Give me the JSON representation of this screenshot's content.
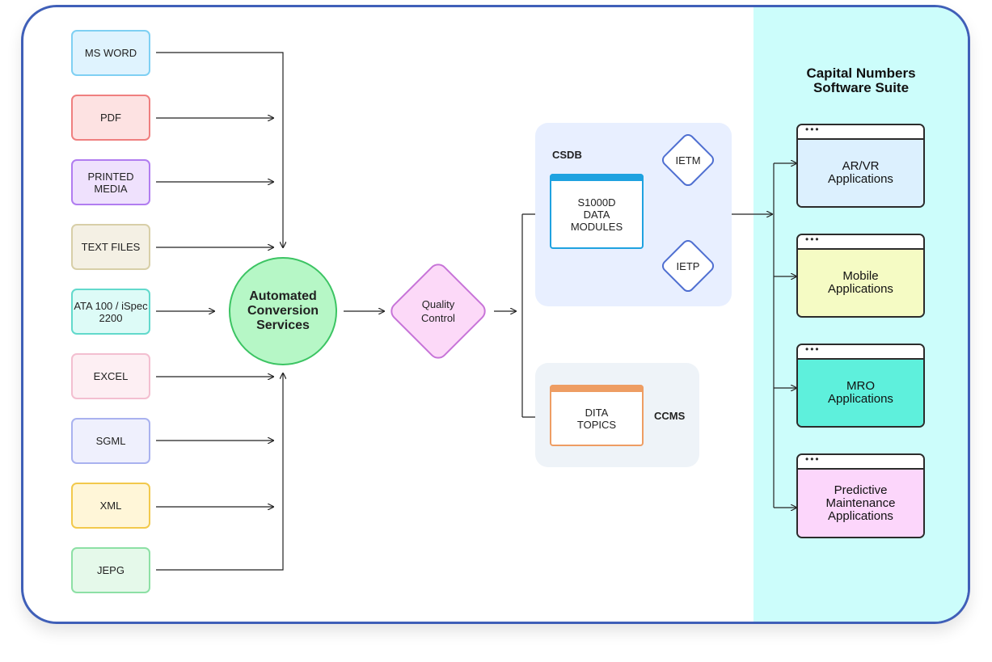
{
  "sources": [
    {
      "label": "MS WORD",
      "bg": "#dff3fe",
      "border": "#7fd0f3"
    },
    {
      "label": "PDF",
      "bg": "#fde2e2",
      "border": "#ef7f7f"
    },
    {
      "label": "PRINTED MEDIA",
      "bg": "#efe1fd",
      "border": "#b17df0"
    },
    {
      "label": "TEXT FILES",
      "bg": "#f4f0e4",
      "border": "#d8cfa8"
    },
    {
      "label": "ATA 100 / iSpec 2200",
      "bg": "#ddfbf7",
      "border": "#62d9cc"
    },
    {
      "label": "EXCEL",
      "bg": "#fdeff3",
      "border": "#f3bfd0"
    },
    {
      "label": "SGML",
      "bg": "#eff0fd",
      "border": "#a9b2ef"
    },
    {
      "label": "XML",
      "bg": "#fff6d8",
      "border": "#f2c94c"
    },
    {
      "label": "JEPG",
      "bg": "#e5f9ea",
      "border": "#8de0a5"
    }
  ],
  "conversion": {
    "label": "Automated Conversion Services"
  },
  "quality": {
    "label": "Quality Control"
  },
  "csdb": {
    "title": "CSDB",
    "module": "S1000D DATA MODULES",
    "ietm": "IETM",
    "ietp": "IETP"
  },
  "ccms": {
    "title": "CCMS",
    "module": "DITA TOPICS"
  },
  "suite": {
    "title_line1": "Capital Numbers",
    "title_line2": "Software Suite",
    "dots": "•••",
    "apps": [
      {
        "label": "AR/VR Applications",
        "bg": "#dcf0fe"
      },
      {
        "label": "Mobile Applications",
        "bg": "#f5fbc4"
      },
      {
        "label": "MRO Applications",
        "bg": "#5ef0dc"
      },
      {
        "label": "Predictive Maintenance Applications",
        "bg": "#fcd6fb"
      }
    ]
  },
  "colors": {
    "frame_border": "#3f5fb8",
    "csdb_panel": "#e8efff",
    "ccms_panel": "#eef3f8",
    "s1000d_bar": "#1fa2e0",
    "dita_bar": "#ee9d63",
    "dita_border": "#ee9d63"
  }
}
